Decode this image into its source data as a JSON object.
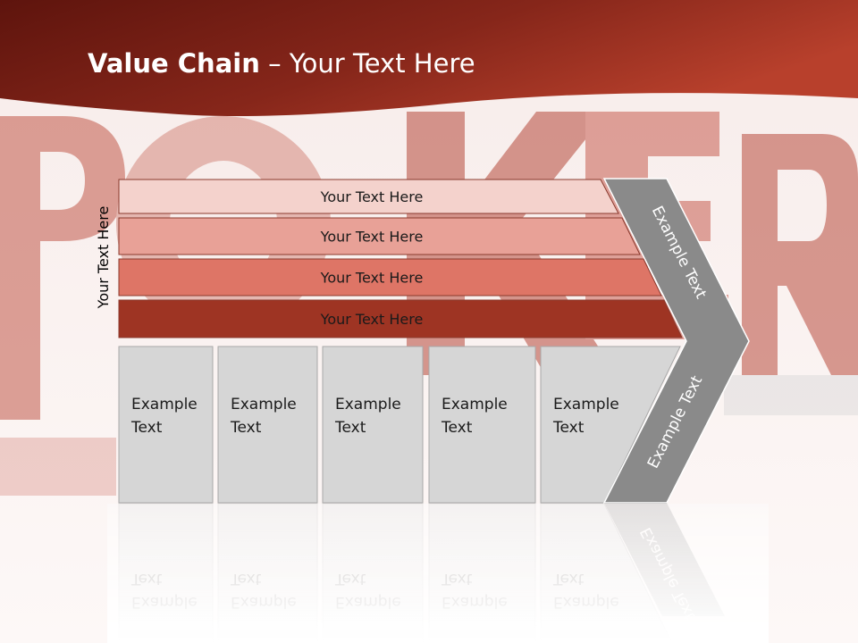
{
  "slide": {
    "title_bold": "Value Chain",
    "title_rest": " – Your Text Here",
    "background_word": "POKER",
    "side_label": "Your Text Here",
    "bands": [
      {
        "label": "Your Text Here",
        "color": "#f4d2cc"
      },
      {
        "label": "Your Text Here",
        "color": "#e8a197"
      },
      {
        "label": "Your Text Here",
        "color": "#de7566"
      },
      {
        "label": "Your Text Here",
        "color": "#9e3423"
      }
    ],
    "columns": [
      {
        "line1": "Example",
        "line2": "Text"
      },
      {
        "line1": "Example",
        "line2": "Text"
      },
      {
        "line1": "Example",
        "line2": "Text"
      },
      {
        "line1": "Example",
        "line2": "Text"
      },
      {
        "line1": "Example",
        "line2": "Text"
      }
    ],
    "arrow_top_label": "Example Text",
    "arrow_bottom_label": "Example Text"
  },
  "colors": {
    "header_dark": "#6e1a12",
    "header_light": "#b7382a",
    "column_fill": "#d6d6d6",
    "arrow_fill": "#8a8a8a"
  }
}
